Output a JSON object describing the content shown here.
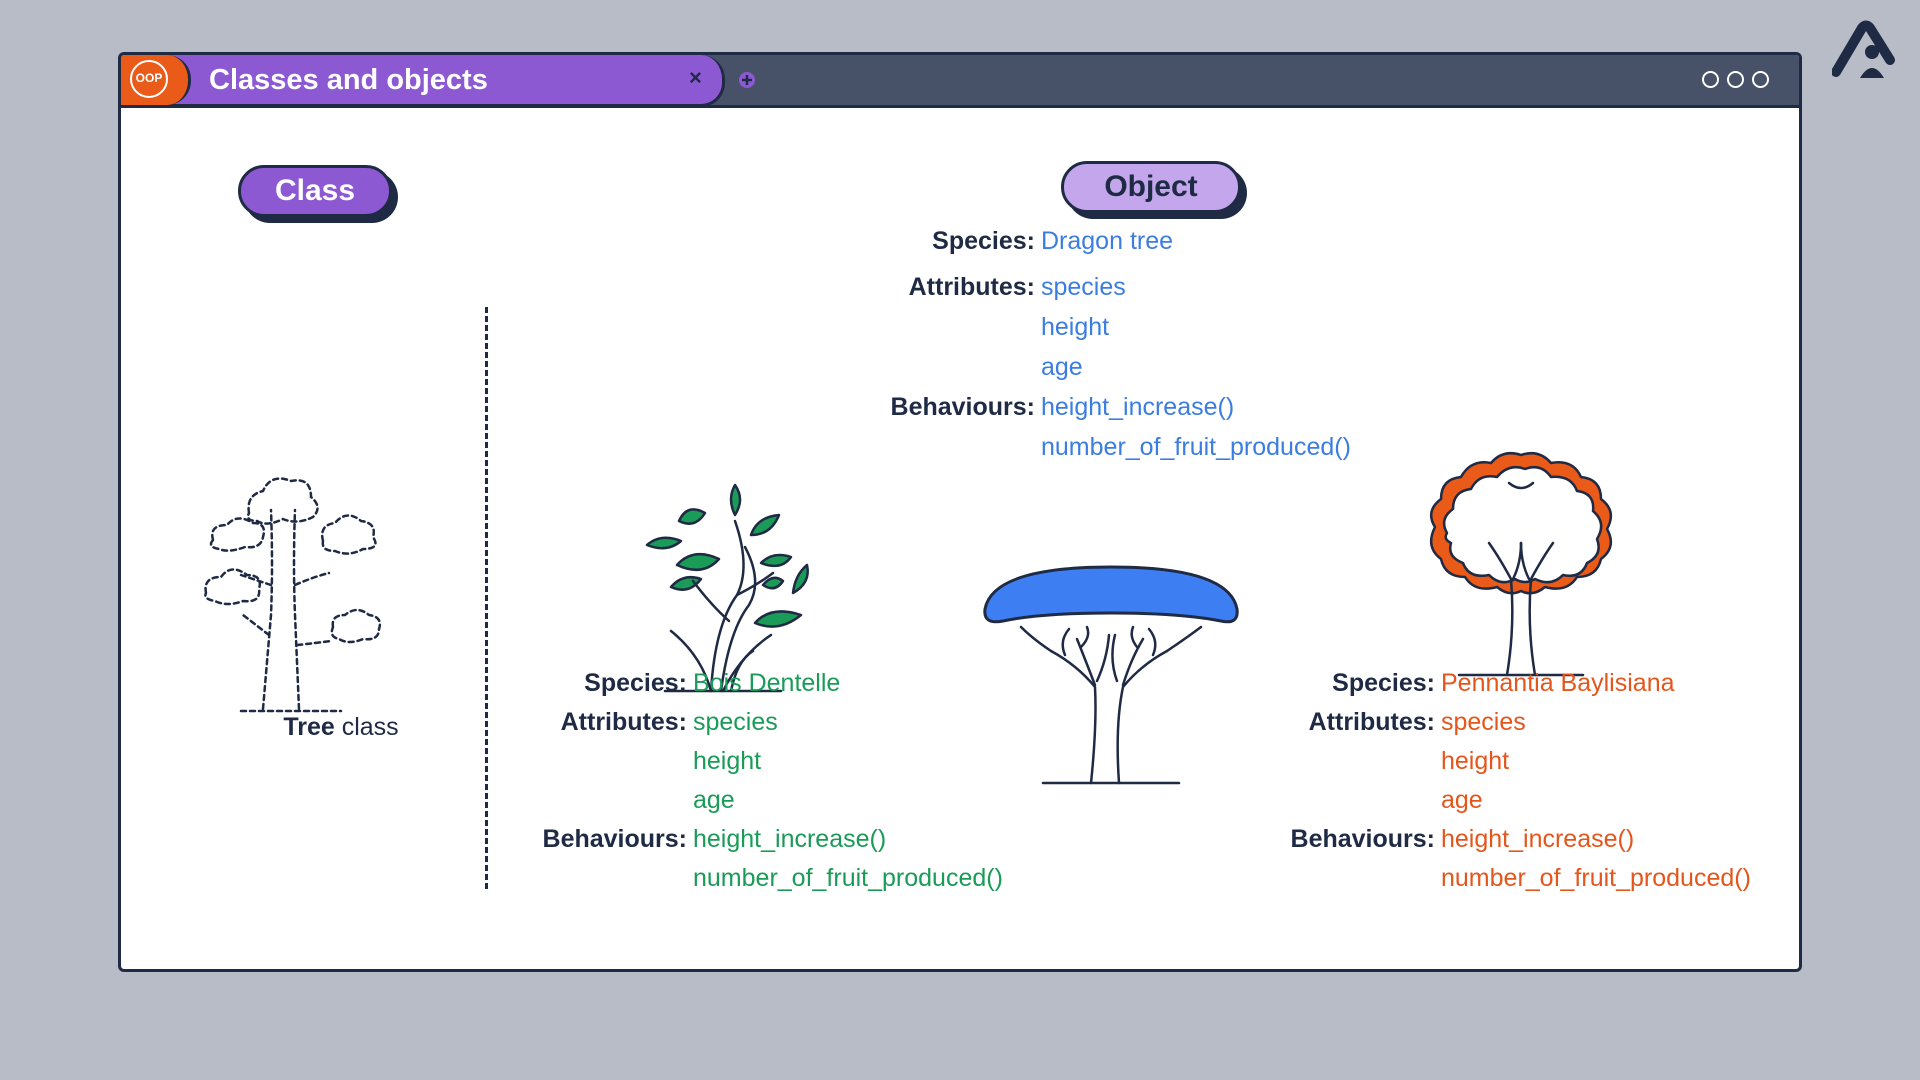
{
  "window": {
    "tab_badge": "OOP",
    "tab_title": "Classes and objects",
    "tab_close": "×"
  },
  "class_pill": "Class",
  "object_pill": "Object",
  "tree_class": {
    "bold": "Tree",
    "rest": " class"
  },
  "objects": {
    "dragon": {
      "species_label": "Species:",
      "species": "Dragon tree",
      "attributes_label": "Attributes:",
      "attributes": [
        "species",
        "height",
        "age"
      ],
      "behaviours_label": "Behaviours:",
      "behaviours": [
        "height_increase()",
        "number_of_fruit_produced()"
      ],
      "color": "#3b7de0"
    },
    "bois": {
      "species_label": "Species:",
      "species": "Bois Dentelle",
      "attributes_label": "Attributes:",
      "attributes": [
        "species",
        "height",
        "age"
      ],
      "behaviours_label": "Behaviours:",
      "behaviours": [
        "height_increase()",
        "number_of_fruit_produced()"
      ],
      "color": "#1a9b58"
    },
    "pennantia": {
      "species_label": "Species:",
      "species": "Pennantia Baylisiana",
      "attributes_label": "Attributes:",
      "attributes": [
        "species",
        "height",
        "age"
      ],
      "behaviours_label": "Behaviours:",
      "behaviours": [
        "height_increase()",
        "number_of_fruit_produced()"
      ],
      "color": "#e4561c"
    }
  },
  "colors": {
    "purple": "#8c59d3",
    "navy": "#1f2a44",
    "orange": "#ea5a19",
    "titlebar": "#475167",
    "background": "#b8bcc6"
  },
  "icons": [
    "brand-logo-icon",
    "oop-badge-icon",
    "close-icon",
    "plus-icon",
    "window-dot-icon",
    "dashed-tree-icon",
    "leafy-plant-icon",
    "dragon-tree-icon",
    "pennantia-tree-icon"
  ]
}
